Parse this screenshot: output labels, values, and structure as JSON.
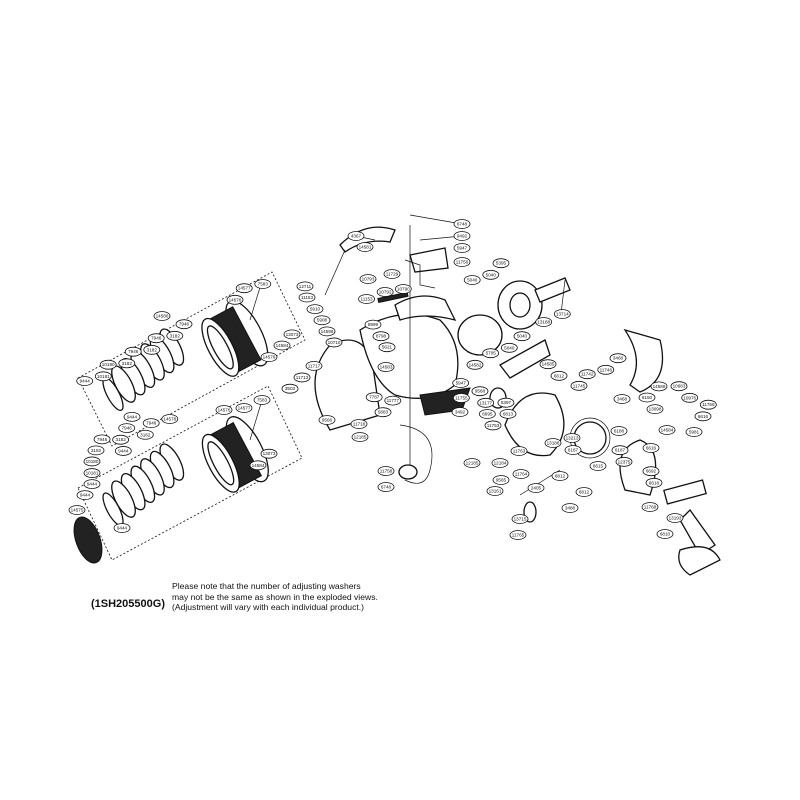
{
  "diagram_code": "(1SH205500G)",
  "note_lines": [
    "Please note that the number of adjusting washers",
    "may not be the same as shown in the exploded views.",
    "(Adjustment will vary with each individual product.)"
  ],
  "part_labels": [
    "14586",
    "7946",
    "3182",
    "7946",
    "3182",
    "7946",
    "3182",
    "10180",
    "10181",
    "9444",
    "9444",
    "9444",
    "14576",
    "14577",
    "7583",
    "14579",
    "14584",
    "13073",
    "14578",
    "14576",
    "14577",
    "7583",
    "14584",
    "13073",
    "7946",
    "3182",
    "7946",
    "3182",
    "7946",
    "3182",
    "10180",
    "10181",
    "9444",
    "9444",
    "9444",
    "14575",
    "12711",
    "11153",
    "5910",
    "5908",
    "14596",
    "10710",
    "4367",
    "14581",
    "6748",
    "9492",
    "5947",
    "11756",
    "10793",
    "11729",
    "11153",
    "10792",
    "10790",
    "8999",
    "8798",
    "5621",
    "5395",
    "5040",
    "5040",
    "13714",
    "13188",
    "5040",
    "5040",
    "5705",
    "14582",
    "14585",
    "6612",
    "11742",
    "11745",
    "11746",
    "3468",
    "3468",
    "14588",
    "10683",
    "10976",
    "6150",
    "9568",
    "13177",
    "5397",
    "6695",
    "14583",
    "11717",
    "3503",
    "11713",
    "7787",
    "5883",
    "11718",
    "12185",
    "9566",
    "3492",
    "5947",
    "11755",
    "11777",
    "11758",
    "6748",
    "11753",
    "12185",
    "9565",
    "11764",
    "12184",
    "13161",
    "2405",
    "6812",
    "6812",
    "11763",
    "13715",
    "11765",
    "3488",
    "6813",
    "13213",
    "13188",
    "6187",
    "6188",
    "6187",
    "12375",
    "6615",
    "6616",
    "6618",
    "6692",
    "13098",
    "14584",
    "11766",
    "5981",
    "6616",
    "11768",
    "13193",
    "6810"
  ]
}
